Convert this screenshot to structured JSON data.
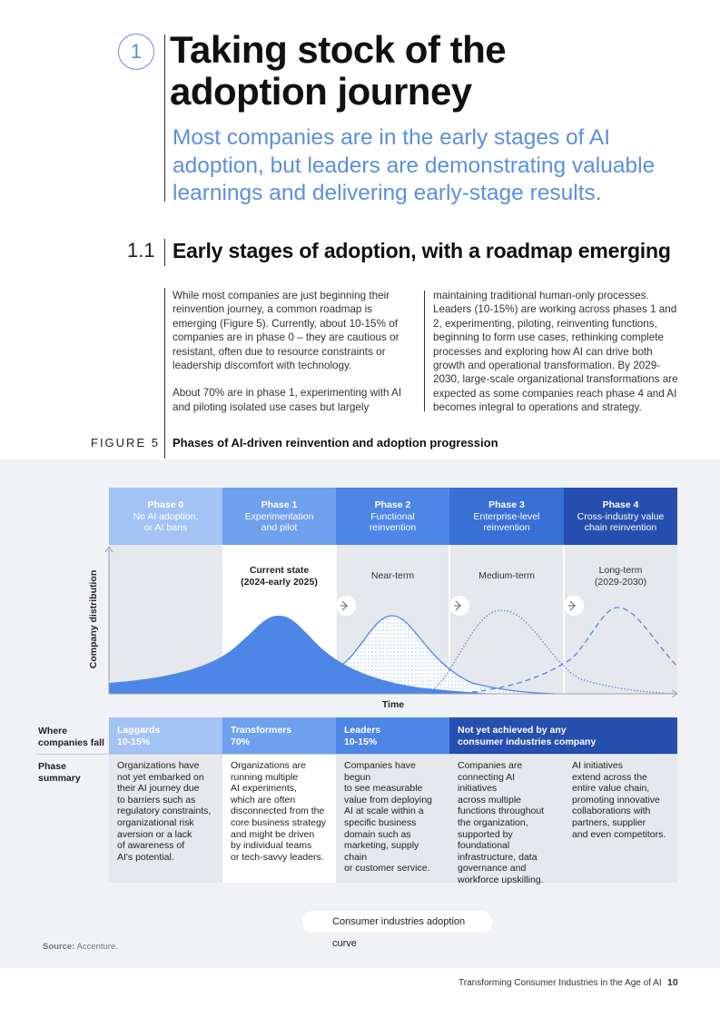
{
  "section": {
    "number": "1",
    "title_lines": [
      "Taking stock of the",
      "adoption journey"
    ],
    "subtitle_lines": [
      "Most companies are in the early stages of AI",
      "adoption, but leaders are demonstrating valuable",
      "learnings and delivering early-stage results."
    ]
  },
  "subsection": {
    "number": "1.1",
    "title": "Early stages of adoption, with a roadmap emerging"
  },
  "body": {
    "col1": [
      "While most companies are just beginning their reinvention journey, a common roadmap is emerging (Figure 5). Currently, about 10-15% of companies are in phase 0 – they are cautious or resistant, often due to resource constraints or leadership discomfort with technology.",
      "About 70% are in phase 1, experimenting with AI and piloting isolated use cases but largely"
    ],
    "col2": [
      "maintaining traditional human-only processes. Leaders (10-15%) are working across phases 1 and 2, experimenting, piloting, reinventing functions, beginning to form use cases, rethinking complete processes and exploring how AI can drive both growth and operational transformation. By 2029-2030, large-scale organizational transformations are expected as some companies reach phase 4 and AI becomes integral to operations and strategy."
    ]
  },
  "figure": {
    "label": "FIGURE 5",
    "title": "Phases of AI-driven reinvention and adoption progression",
    "phases": [
      {
        "name": "Phase 0",
        "desc": [
          "No AI adoption,",
          "or AI bans"
        ],
        "color": "#a3c3f5"
      },
      {
        "name": "Phase 1",
        "desc": [
          "Experimentation",
          "and pilot"
        ],
        "color": "#6fa0ee"
      },
      {
        "name": "Phase 2",
        "desc": [
          "Functional",
          "reinvention"
        ],
        "color": "#4d86e6"
      },
      {
        "name": "Phase 3",
        "desc": [
          "Enterprise-level",
          "reinvention"
        ],
        "color": "#3a6fd6"
      },
      {
        "name": "Phase 4",
        "desc": [
          "Cross-industry value",
          "chain reinvention"
        ],
        "color": "#2650b0"
      }
    ],
    "periods": [
      {
        "label": [
          "Current state",
          "(2024-early 2025)"
        ],
        "bold": true
      },
      {
        "label": [
          "Near-term"
        ],
        "bold": false
      },
      {
        "label": [
          "Medium-term"
        ],
        "bold": false
      },
      {
        "label": [
          "Long-term",
          "(2029-2030)"
        ],
        "bold": false
      }
    ],
    "y_axis_label": "Company distribution",
    "x_axis_label": "Time",
    "row_labels": {
      "where": [
        "Where",
        "companies fall"
      ],
      "summary": [
        "Phase",
        "summary"
      ]
    },
    "where_fall": [
      {
        "lines": [
          "Laggards",
          "10-15%"
        ],
        "bg": "#a3c3f5",
        "fg": "#ffffff"
      },
      {
        "lines": [
          "Transformers",
          "70%"
        ],
        "bg": "#6fa0ee",
        "fg": "#ffffff"
      },
      {
        "lines": [
          "Leaders",
          "10-15%"
        ],
        "bg": "#4d86e6",
        "fg": "#ffffff"
      },
      {
        "lines": [
          "Not yet achieved by any",
          "consumer industries company"
        ],
        "bg": "#2650b0",
        "fg": "#ffffff"
      }
    ],
    "summaries": [
      [
        "Organizations have",
        "not yet embarked on",
        "their AI journey due",
        "to barriers such as",
        "regulatory constraints,",
        "organizational risk",
        "aversion or a lack",
        "of awareness of",
        "AI's potential."
      ],
      [
        "Organizations are",
        "running multiple",
        "AI experiments,",
        "which are often",
        "disconnected from the",
        "core business strategy",
        "and might be driven",
        "by individual teams",
        "or tech-savvy leaders."
      ],
      [
        "Companies have begun",
        "to see measurable",
        "value from deploying",
        "AI at scale within a",
        "specific business",
        "domain such as",
        "marketing, supply chain",
        "or customer service."
      ],
      [
        "Companies are",
        "connecting AI initiatives",
        "across multiple",
        "functions throughout",
        "the organization,",
        "supported by",
        "foundational",
        "infrastructure, data",
        "governance and",
        "workforce upskilling."
      ],
      [
        "AI initiatives",
        "extend across the",
        "entire value chain,",
        "promoting innovative",
        "collaborations with",
        "partners, supplier",
        "and even competitors."
      ]
    ],
    "legend": "Consumer industries adoption curve",
    "source_label": "Source:",
    "source_text": "Accenture."
  },
  "footer": {
    "title": "Transforming Consumer Industries in the Age of AI",
    "page": "10"
  }
}
